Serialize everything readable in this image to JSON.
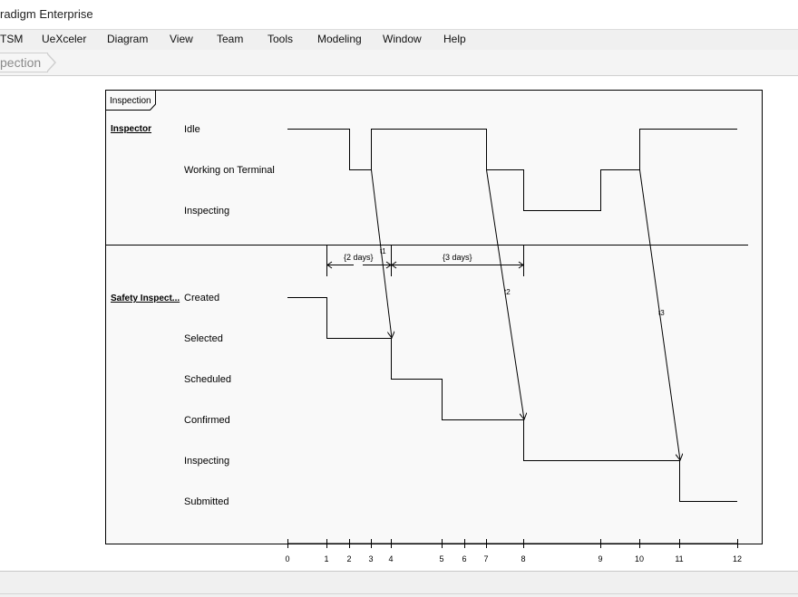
{
  "window": {
    "title": "radigm Enterprise"
  },
  "menu": [
    "TSM",
    "UeXceler",
    "Diagram",
    "View",
    "Team",
    "Tools",
    "Modeling",
    "Window",
    "Help"
  ],
  "breadcrumb": "pection",
  "diagram": {
    "frame_label": "Inspection",
    "lifelines": [
      {
        "name": "Inspector",
        "states": [
          "Idle",
          "Working on Terminal",
          "Inspecting"
        ]
      },
      {
        "name": "Safety Inspect...",
        "states": [
          "Created",
          "Selected",
          "Scheduled",
          "Confirmed",
          "Inspecting",
          "Submitted"
        ]
      }
    ],
    "ticks": [
      "0",
      "1",
      "2",
      "3",
      "4",
      "5",
      "6",
      "7",
      "8",
      "9",
      "10",
      "11",
      "12"
    ],
    "durations": [
      "{2 days}",
      "{3 days}"
    ],
    "messages": [
      "t1",
      "t2",
      "t3"
    ]
  }
}
